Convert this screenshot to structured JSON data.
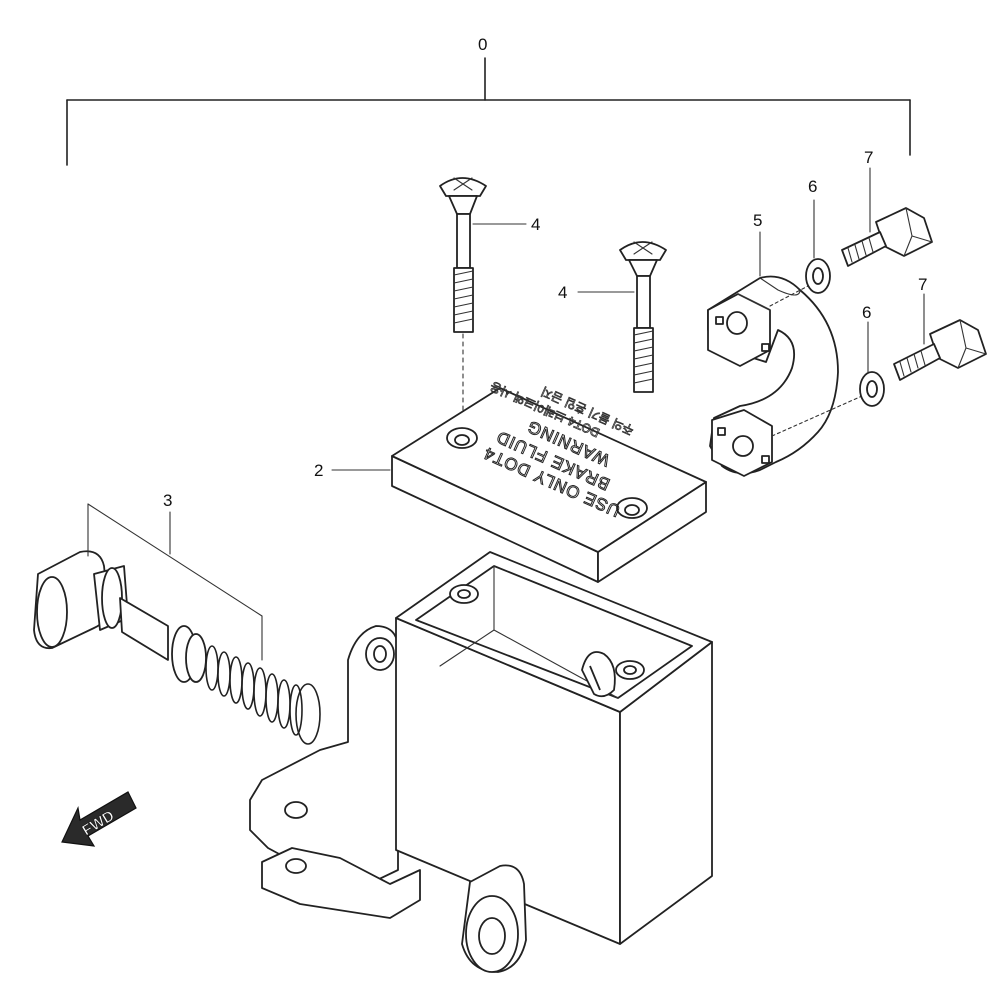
{
  "diagram": {
    "callouts": {
      "assembly": "0",
      "cap": "2",
      "piston_kit": "3",
      "screw_a": "4",
      "screw_b": "4",
      "holder": "5",
      "washer_top": "6",
      "washer_bottom": "6",
      "bolt_top": "7",
      "bolt_bottom": "7"
    },
    "cap_text": {
      "line1": "USE ONLY DOT4",
      "line2": "BRAKE FLUID",
      "line3": "WARNING",
      "line4": "DOT4 브레이크액 사용",
      "line5": "주의 물기 혼입 금지"
    },
    "direction_label": "FWD"
  }
}
